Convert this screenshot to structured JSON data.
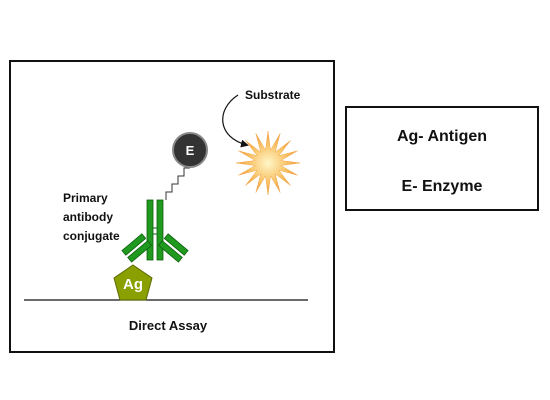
{
  "diagram": {
    "title": "Direct Assay",
    "substrate_label": "Substrate",
    "antibody_label_lines": [
      "Primary",
      "antibody",
      "conjugate"
    ],
    "antigen_symbol": "Ag",
    "enzyme_symbol": "E"
  },
  "legend": {
    "items": [
      {
        "text": "Ag- Antigen"
      },
      {
        "text": "E- Enzyme"
      }
    ]
  },
  "colors": {
    "antibody_green": "#1f9a1f",
    "antigen_olive": "#8aa000",
    "enzyme_dark": "#333333",
    "substrate_orange": "#f3a546"
  }
}
